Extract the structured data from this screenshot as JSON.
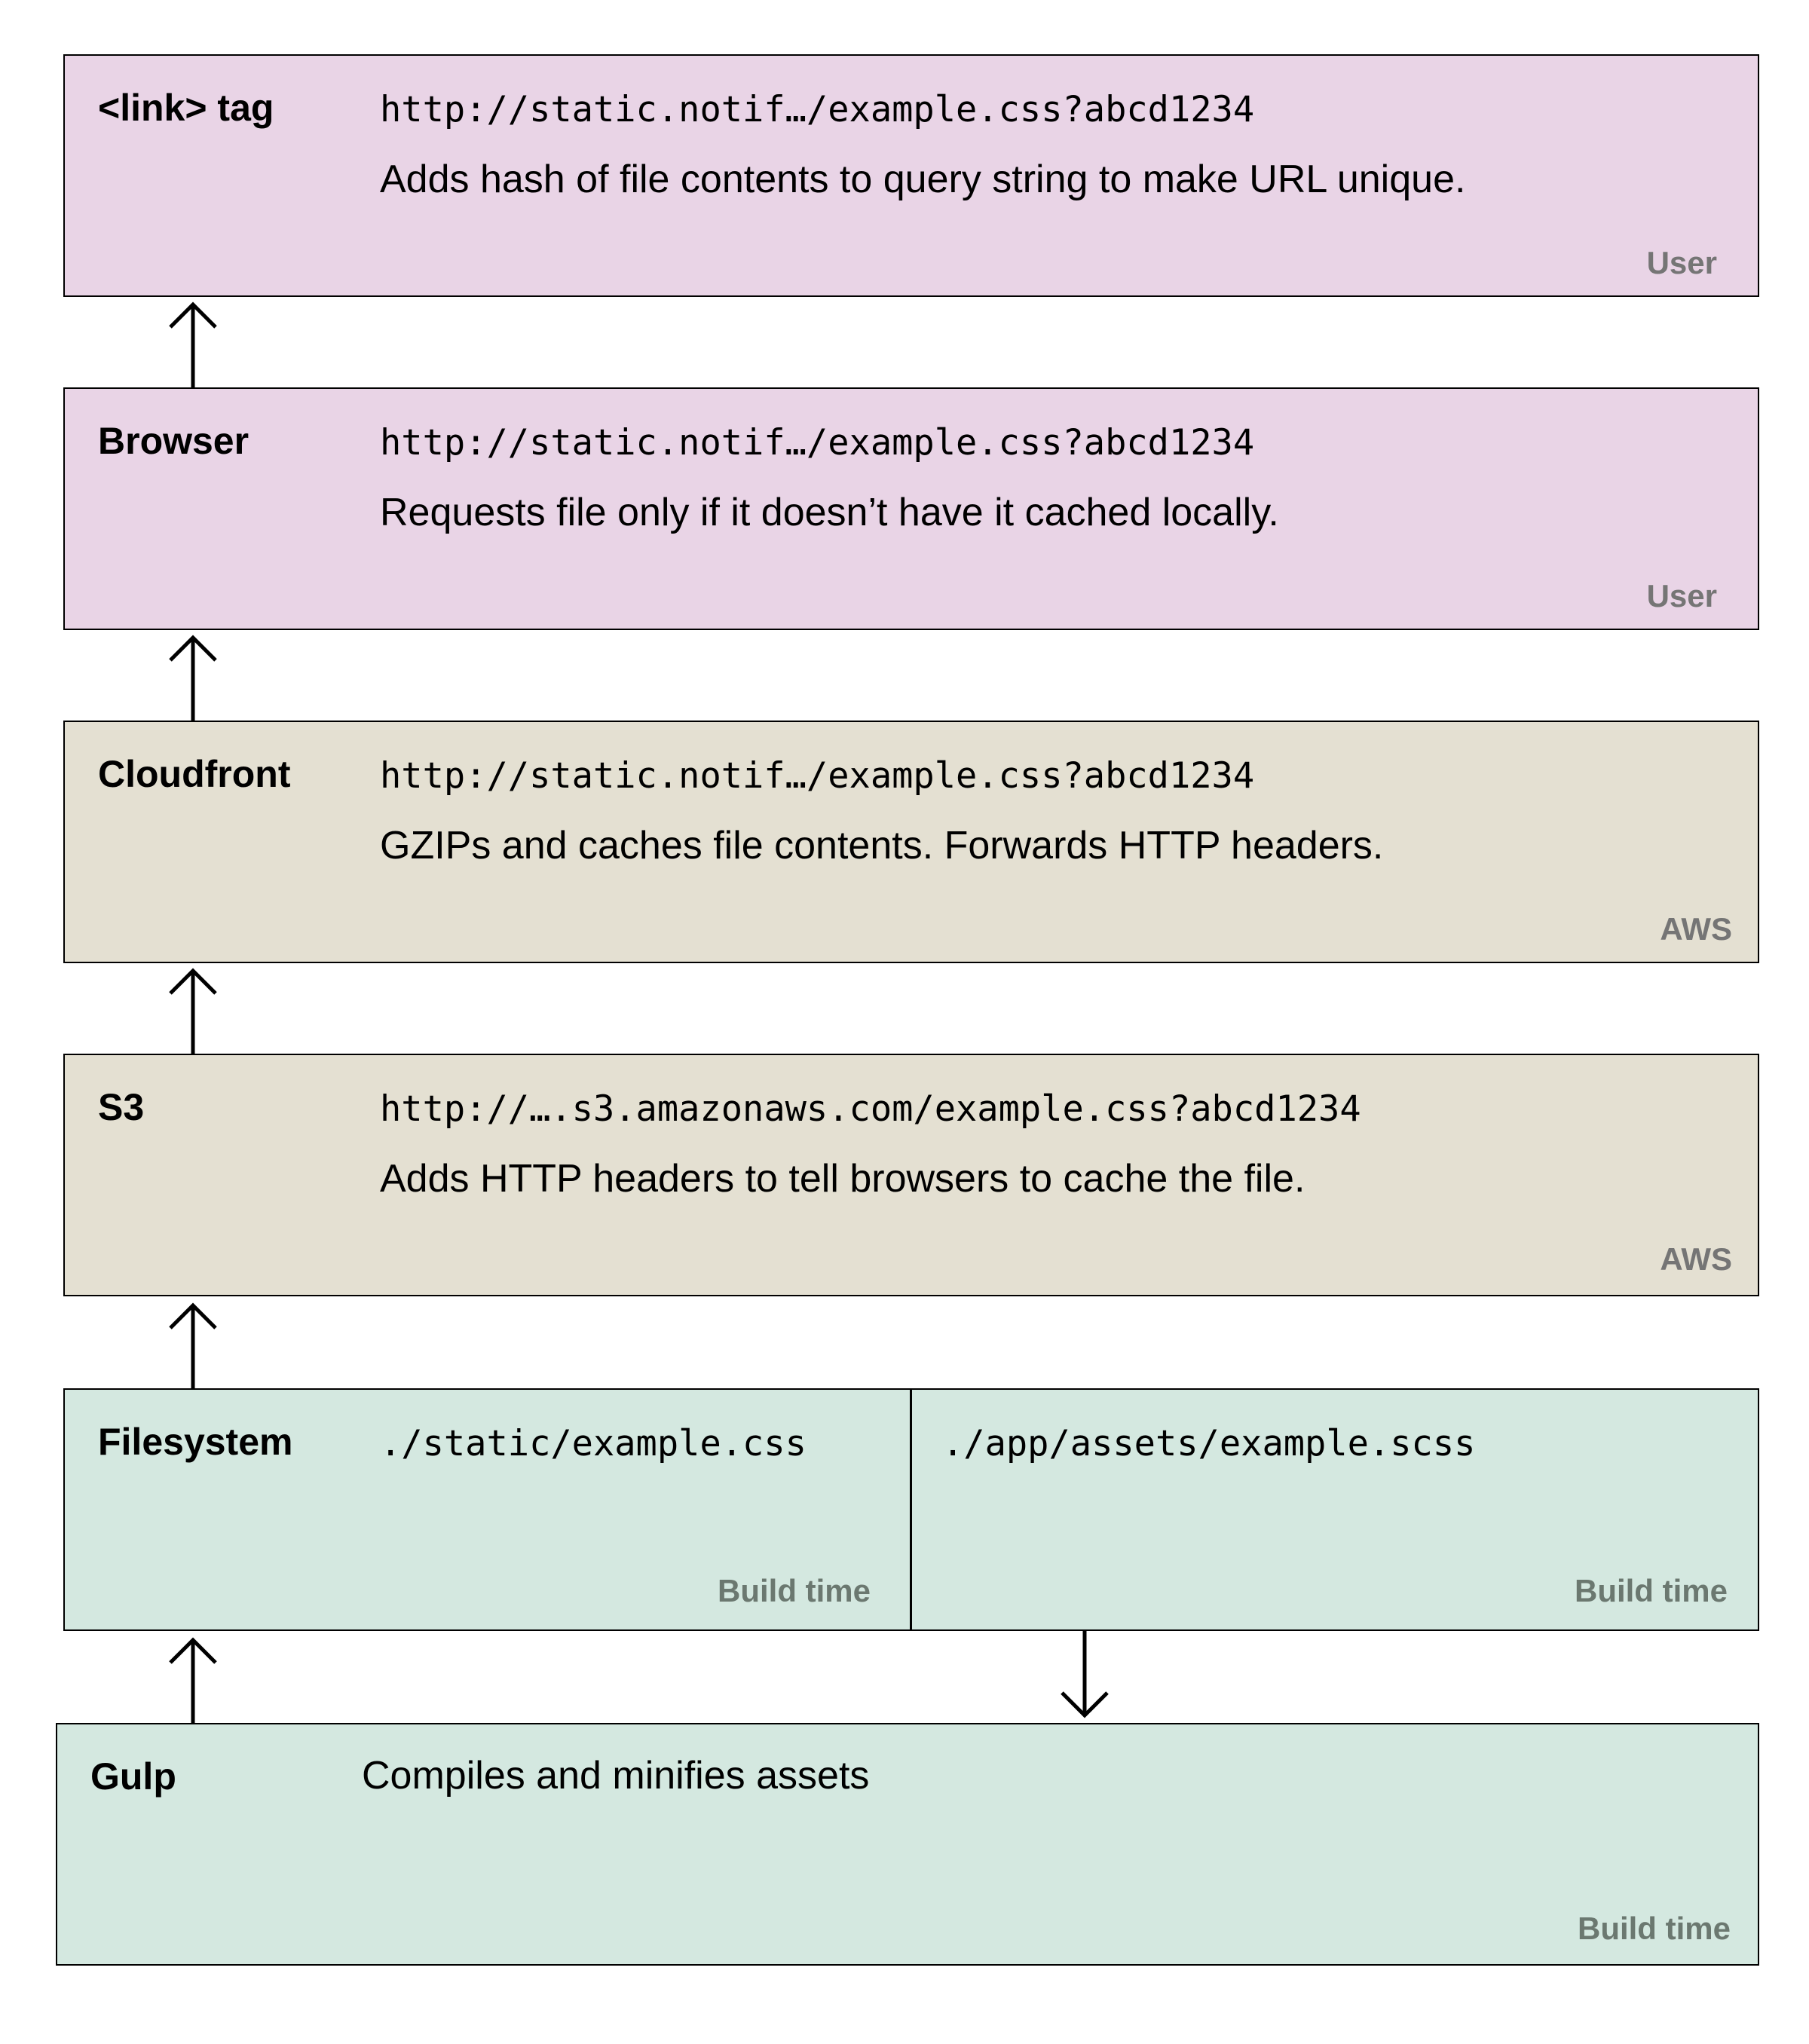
{
  "layers": [
    {
      "name": "<link> tag",
      "url": "http://static.notif…/example.css?abcd1234",
      "description": "Adds hash of file contents to query string to make URL unique.",
      "tag": "User"
    },
    {
      "name": "Browser",
      "url": "http://static.notif…/example.css?abcd1234",
      "description": "Requests file only if it doesn’t have it cached locally.",
      "tag": "User"
    },
    {
      "name": "Cloudfront",
      "url": "http://static.notif…/example.css?abcd1234",
      "description": "GZIPs and caches file contents. Forwards HTTP headers.",
      "tag": "AWS"
    },
    {
      "name": "S3",
      "url": "http://….s3.amazonaws.com/example.css?abcd1234",
      "description": "Adds HTTP headers to tell browsers to cache the file.",
      "tag": "AWS"
    },
    {
      "name": "Filesystem",
      "left_path": "./static/example.css",
      "left_tag": "Build time",
      "right_path": "./app/assets/example.scss",
      "right_tag": "Build time"
    },
    {
      "name": "Gulp",
      "description": "Compiles and minifies assets",
      "tag": "Build time"
    }
  ],
  "colors": {
    "user": "#e9d4e6",
    "aws": "#e4e0d2",
    "build_time": "#d4e8e0",
    "tag_text": "#757575"
  }
}
